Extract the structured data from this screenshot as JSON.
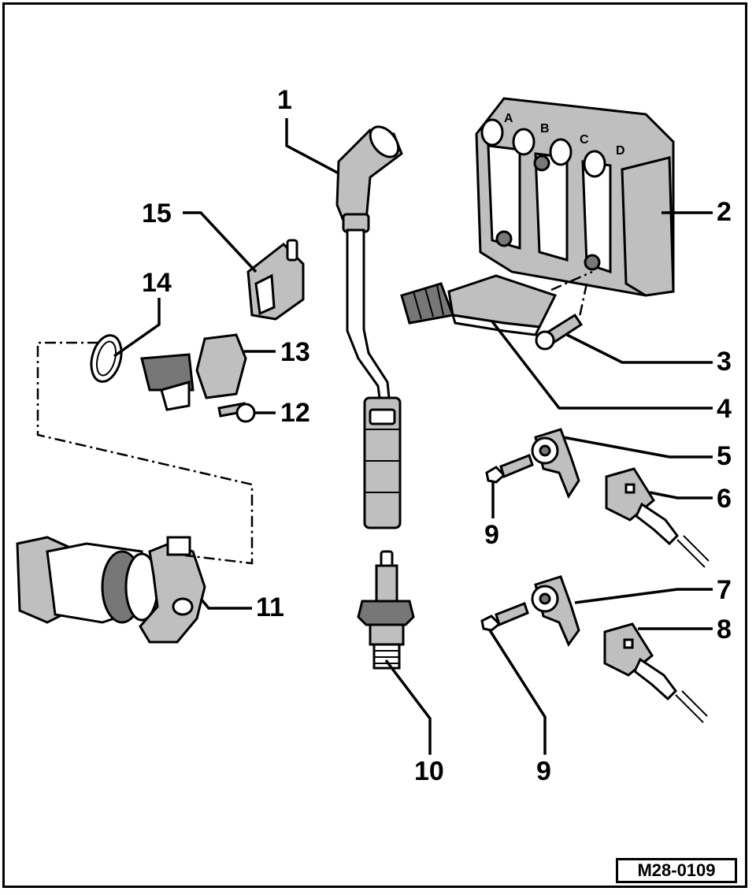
{
  "diagram": {
    "reference_code": "M28-0109",
    "coil_terminals": [
      "A",
      "B",
      "C",
      "D"
    ],
    "callouts": [
      "1",
      "2",
      "3",
      "4",
      "5",
      "6",
      "7",
      "8",
      "9",
      "9",
      "10",
      "11",
      "12",
      "13",
      "14",
      "15"
    ]
  }
}
